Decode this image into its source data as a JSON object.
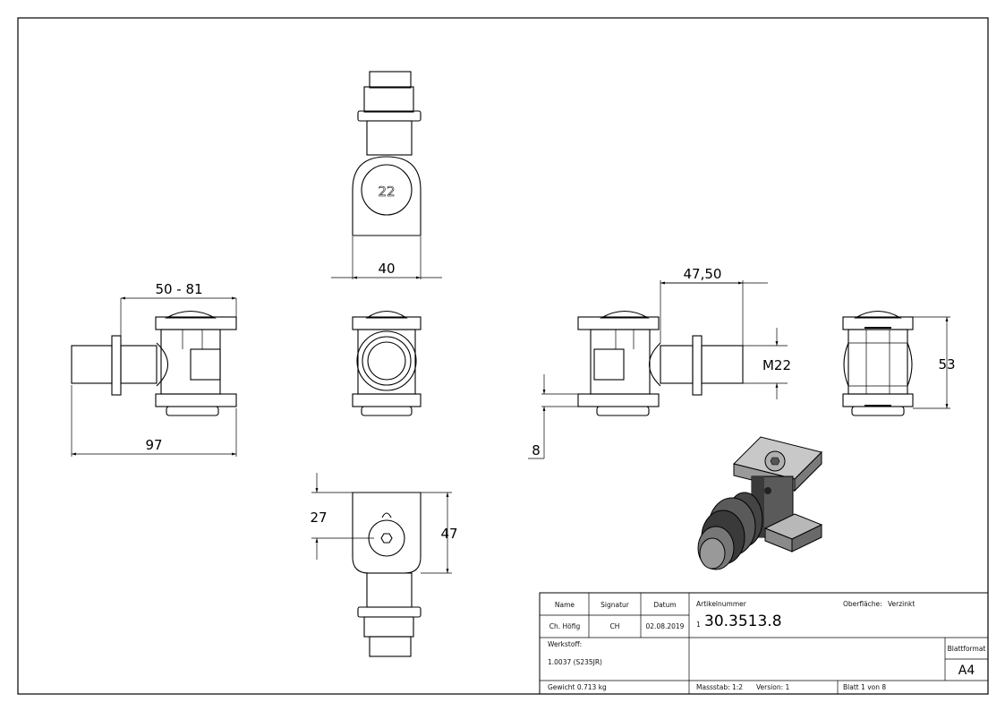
{
  "dimensions": {
    "top_width": "40",
    "top_number": "22",
    "left_range": "50 - 81",
    "left_total": "97",
    "right_offset": "47,50",
    "thread": "M22",
    "side_height": "53",
    "flange": "8",
    "bottom_offset": "27",
    "bottom_height": "47"
  },
  "title_block": {
    "col_name": "Name",
    "col_signature": "Signatur",
    "col_date": "Datum",
    "name": "Ch. Höfig",
    "signature": "CH",
    "date": "02.08.2019",
    "article_label": "Artikelnummer",
    "article_prefix": "1",
    "article_number": "30.3513.8",
    "surface_label": "Oberfläche:",
    "surface_value": "Verzinkt",
    "material_label": "Werkstoff:",
    "material_value": "1.0037 (S235JR)",
    "format_label": "Blattformat",
    "format_value": "A4",
    "weight": "Gewicht 0.713 kg",
    "scale": "Massstab: 1:2",
    "version": "Version: 1",
    "sheet": "Blatt 1 von 8"
  }
}
